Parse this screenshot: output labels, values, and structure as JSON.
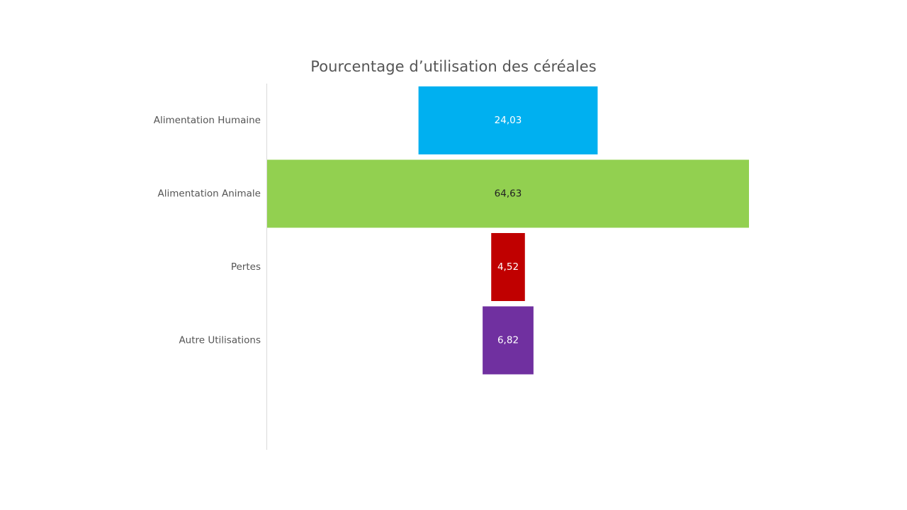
{
  "chart_data": {
    "type": "bar",
    "orientation": "horizontal-funnel",
    "title": "Pourcentage d’utilisation des céréales",
    "categories": [
      "Alimentation Humaine",
      "Alimentation Animale",
      "Pertes",
      "Autre Utilisations"
    ],
    "values": [
      24.03,
      64.63,
      4.52,
      6.82
    ],
    "value_labels": [
      "24,03",
      "64,63",
      "4,52",
      "6,82"
    ],
    "colors": [
      "#00B0F0",
      "#92D050",
      "#C00000",
      "#7030A0"
    ],
    "label_colors": [
      "#ffffff",
      "#222222",
      "#ffffff",
      "#ffffff"
    ],
    "xlim": [
      0,
      64.63
    ],
    "grid": false,
    "legend": "none",
    "xlabel": "",
    "ylabel": ""
  }
}
